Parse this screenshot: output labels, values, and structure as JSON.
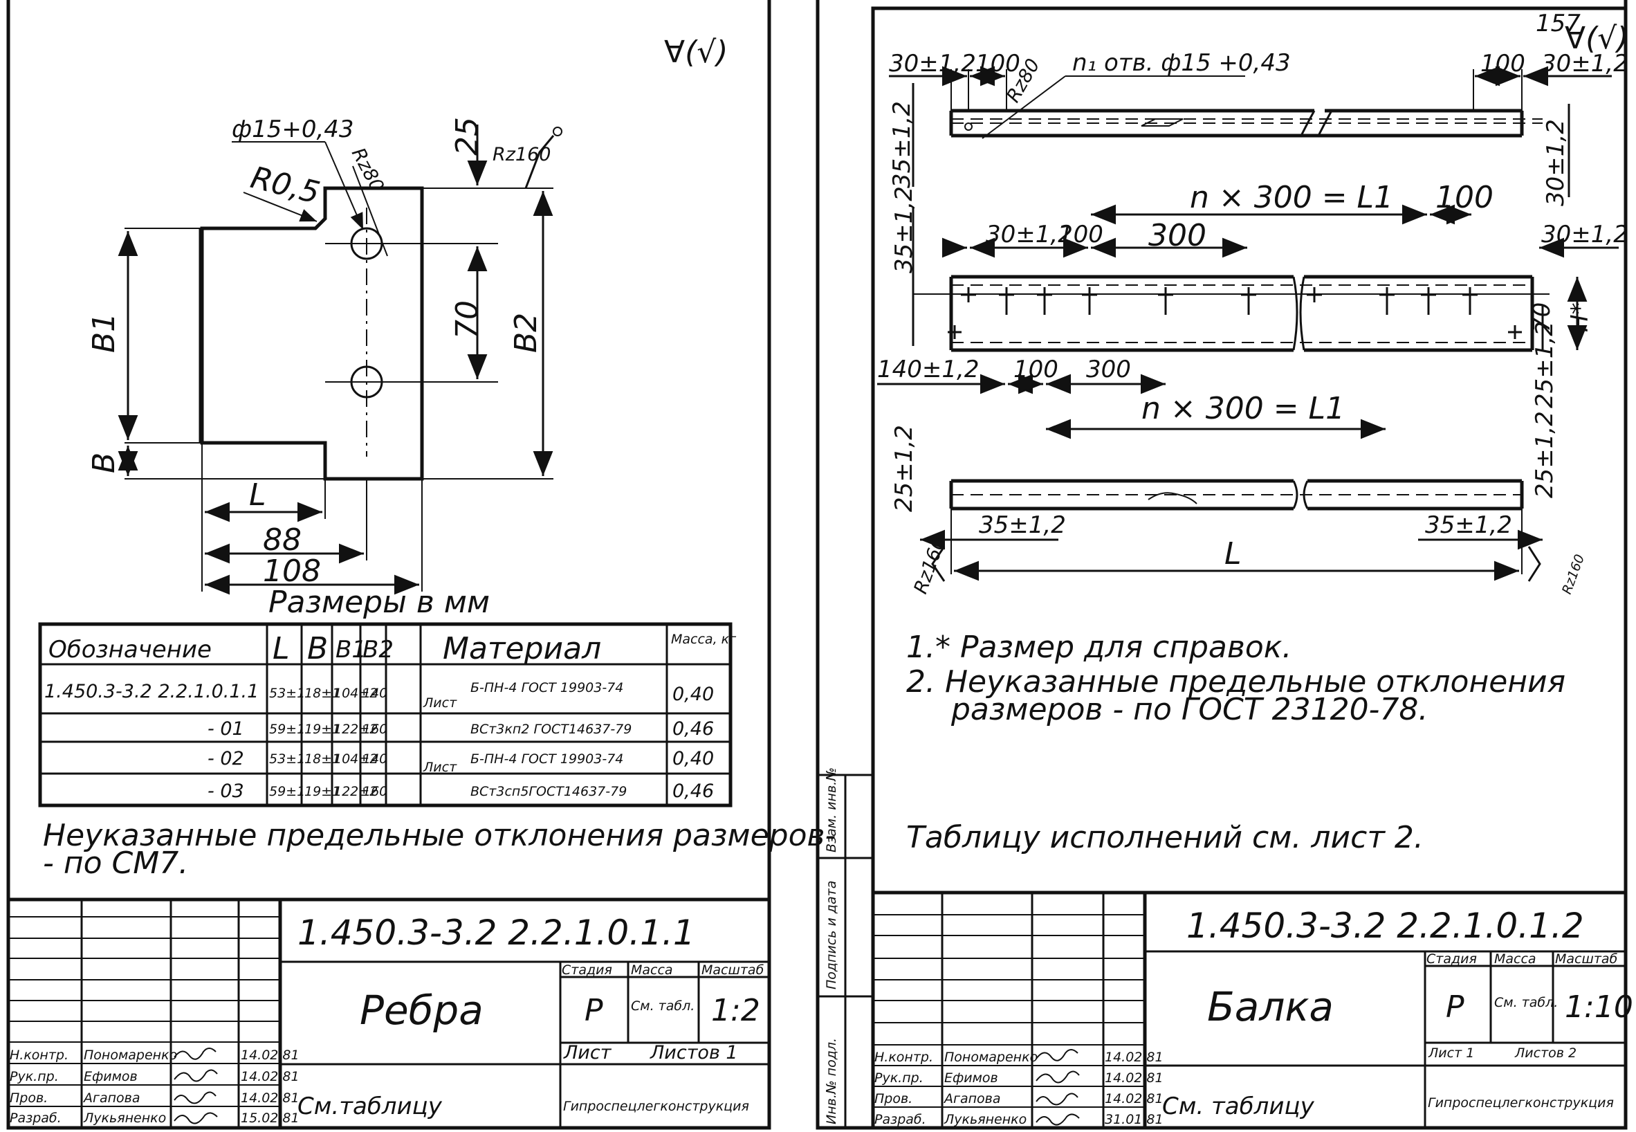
{
  "left": {
    "corner_mark": "∀(√)",
    "dims": {
      "hole": "ф15+0,43",
      "r05": "R0,5",
      "rz80": "Rz80",
      "rz160": "Rz160",
      "d25": "25",
      "d70": "70",
      "B1": "B1",
      "B2": "B2",
      "B": "B",
      "L": "L",
      "d88": "88",
      "d108": "108"
    },
    "units_note": "Размеры в мм",
    "table": {
      "headers": [
        "Обозначение",
        "L",
        "B",
        "B1",
        "B2",
        "Материал",
        "Масса, кг"
      ],
      "rows": [
        {
          "designation": "1.450.3-3.2 2.2.1.0.1.1",
          "L": "53±1",
          "B": "18±1",
          "B1": "104±2",
          "B2": "140",
          "material_prefix": "Лист",
          "material_top": "Б-ПН-4 ГОСТ 19903-74",
          "material_bottom": "",
          "mass": "0,40"
        },
        {
          "designation": "- 01",
          "L": "59±1",
          "B": "19±1",
          "B1": "122±2",
          "B2": "160",
          "material_prefix": "",
          "material_top": "",
          "material_bottom": "ВСт3кп2 ГОСТ14637-79",
          "mass": "0,46"
        },
        {
          "designation": "- 02",
          "L": "53±1",
          "B": "18±1",
          "B1": "104±2",
          "B2": "140",
          "material_prefix": "Лист",
          "material_top": "Б-ПН-4 ГОСТ 19903-74",
          "material_bottom": "",
          "mass": "0,40"
        },
        {
          "designation": "- 03",
          "L": "59±1",
          "B": "19±1",
          "B1": "122±2",
          "B2": "160",
          "material_prefix": "",
          "material_top": "",
          "material_bottom": "ВСт3сп5ГОСТ14637-79",
          "mass": "0,46"
        }
      ]
    },
    "tolerance_note_1": "Неуказанные предельные отклонения размеров-",
    "tolerance_note_2": "- по СМ7.",
    "title_block": {
      "doc_number": "1.450.3-3.2 2.2.1.0.1.1",
      "part_name": "Ребра",
      "stage_h": "Стадия",
      "mass_h": "Масса",
      "scale_h": "Масштаб",
      "stage": "Р",
      "mass": "См. табл.",
      "scale": "1:2",
      "sheet": "Лист",
      "sheets": "Листов 1",
      "see_table": "См.таблицу",
      "org": "Гипроспецлегконструкция",
      "people": [
        {
          "role": "Н.контр.",
          "name": "Пономаренко",
          "date": "14.02.81"
        },
        {
          "role": "Рук.пр.",
          "name": "Ефимов",
          "date": "14.02.81"
        },
        {
          "role": "Пров.",
          "name": "Агапова",
          "date": "14.02.81"
        },
        {
          "role": "Разраб.",
          "name": "Лукьяненко",
          "date": "15.02.81"
        }
      ]
    }
  },
  "right": {
    "page_number": "157",
    "corner_mark": "∀(√)",
    "dims": {
      "t30_a": "30±1,2",
      "t100_a": "100",
      "rz80": "Rz80",
      "hole_note": "n₁ отв. ф15 +0,43",
      "t100_b": "100",
      "t30_b": "30±1,2",
      "v35_a": "35±1,2",
      "v30_a": "30±1,2",
      "nL1_top": "n × 300 = L1",
      "d100_top": "100",
      "v35_b": "35±1,2",
      "m30": "30±1,2",
      "m100": "100",
      "m300": "300",
      "m30_r": "30±1,2",
      "v70": "70",
      "vH": "H*",
      "b140": "140±1,2",
      "b100": "100",
      "b300": "300",
      "v25_a": "25±1,2",
      "nL1_bot": "n × 300 = L1",
      "v25_b": "25±1,2",
      "v25_c": "25±1,2",
      "d35_l": "35±1,2",
      "d35_r": "35±1,2",
      "L": "L",
      "rz160": "Rz160",
      "rz160_b": "Rz160"
    },
    "notes": [
      "1.* Размер для справок.",
      "2. Неуказанные предельные отклонения",
      "размеров - по ГОСТ 23120-78."
    ],
    "table_ref": "Таблицу исполнений см. лист 2.",
    "side_stamps": [
      "Инв.№ подл.",
      "Подпись и дата",
      "Взам. инв.№"
    ],
    "title_block": {
      "doc_number": "1.450.3-3.2 2.2.1.0.1.2",
      "part_name": "Балка",
      "stage_h": "Стадия",
      "mass_h": "Масса",
      "scale_h": "Масштаб",
      "stage": "Р",
      "mass": "См. табл.",
      "scale": "1:10",
      "sheet": "Лист 1",
      "sheets": "Листов 2",
      "see_table": "См. таблицу",
      "org": "Гипроспецлегконструкция",
      "people": [
        {
          "role": "Н.контр.",
          "name": "Пономаренко",
          "date": "14.02.81"
        },
        {
          "role": "Рук.пр.",
          "name": "Ефимов",
          "date": "14.02.81"
        },
        {
          "role": "Пров.",
          "name": "Агапова",
          "date": "14.02.81"
        },
        {
          "role": "Разраб.",
          "name": "Лукьяненко",
          "date": "31.01.81"
        }
      ]
    }
  }
}
